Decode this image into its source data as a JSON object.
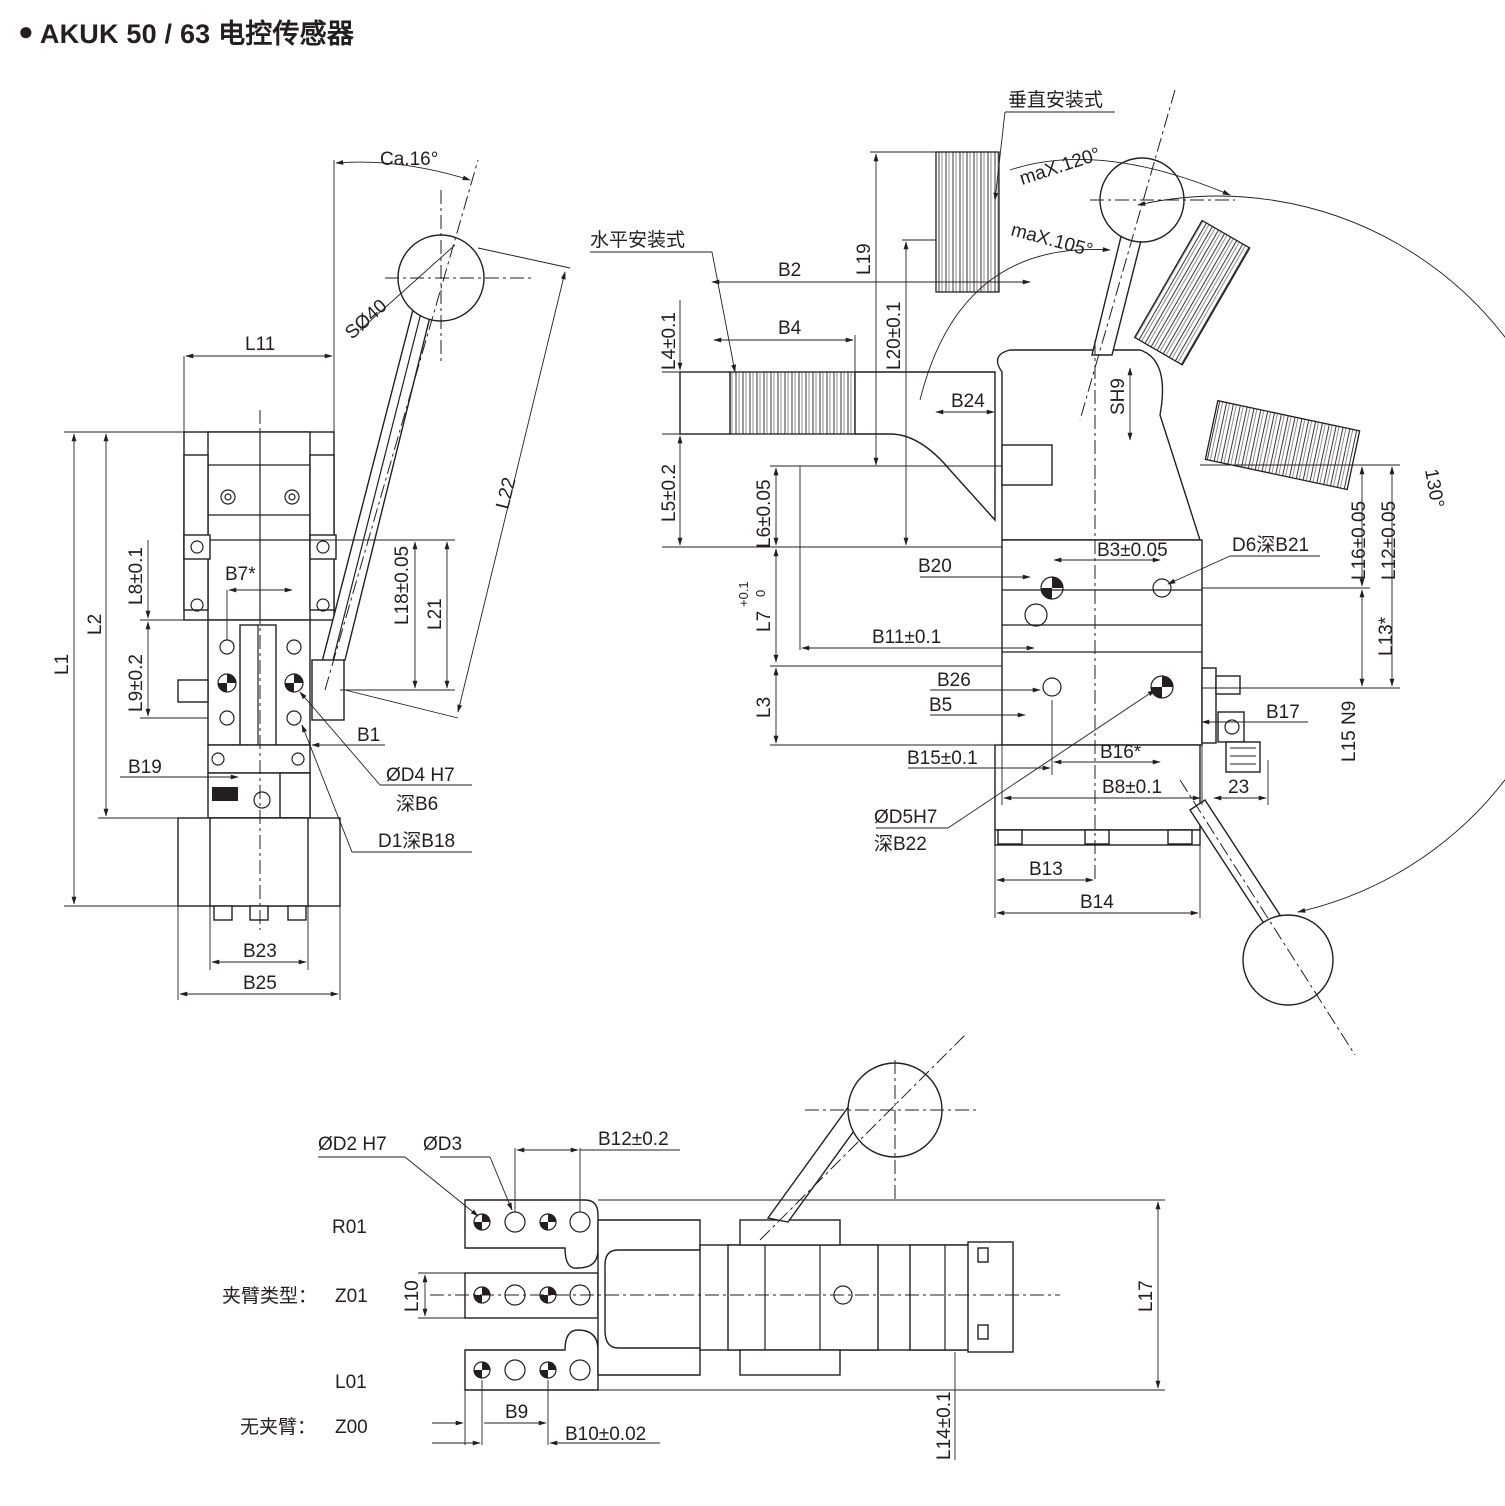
{
  "title": {
    "bullet": "●",
    "text": "AKUK 50 / 63 电控传感器"
  },
  "left_view": {
    "angle": "Ca.16°",
    "ball": "SØ40",
    "labels": {
      "L11": "L11",
      "L1": "L1",
      "L2": "L2",
      "L8": "L8±0.1",
      "L9": "L9±0.2",
      "L18": "L18±0.05",
      "L21": "L21",
      "L22": "L22",
      "B7": "B7*",
      "B1": "B1",
      "B19": "B19",
      "B23": "B23",
      "B25": "B25",
      "D4": "ØD4 H7",
      "B6": "深B6",
      "D1": "D1深B18"
    }
  },
  "right_view": {
    "vertical_mount": "垂直安装式",
    "horizontal_mount": "水平安装式",
    "angle_120": "maX.120°",
    "angle_105": "maX.105°",
    "angle_130": "130°",
    "labels": {
      "B2": "B2",
      "B4": "B4",
      "L19": "L19",
      "L20": "L20±0.1",
      "L4": "L4±0.1",
      "L5": "L5±0.2",
      "L6": "L6±0.05",
      "L7": "L7",
      "L7_tol_up": "+0.1",
      "L7_tol_dn": "0",
      "L3": "L3",
      "B24": "B24",
      "SH9": "SH9",
      "B20": "B20",
      "B3": "B3±0.05",
      "D6": "D6深B21",
      "L16": "L16±0.05",
      "L12": "L12±0.05",
      "L13": "L13*",
      "B11": "B11±0.1",
      "B26": "B26",
      "B5": "B5",
      "B17": "B17",
      "L15": "L15 N9",
      "B15": "B15±0.1",
      "B16": "B16*",
      "B8": "B8±0.1",
      "n23": "23",
      "D5": "ØD5H7",
      "B22": "深B22",
      "B13": "B13",
      "B14": "B14"
    }
  },
  "bottom_view": {
    "labels": {
      "D2": "ØD2 H7",
      "D3": "ØD3",
      "B12": "B12±0.2",
      "L10": "L10",
      "L17": "L17",
      "B9": "B9",
      "B10": "B10±0.02",
      "L14": "L14±0.1"
    },
    "arm_types": {
      "R01": "R01",
      "type_label": "夹臂类型：",
      "Z01": "Z01",
      "L01": "L01",
      "none_label": "无夹臂：",
      "Z00": "Z00"
    }
  }
}
